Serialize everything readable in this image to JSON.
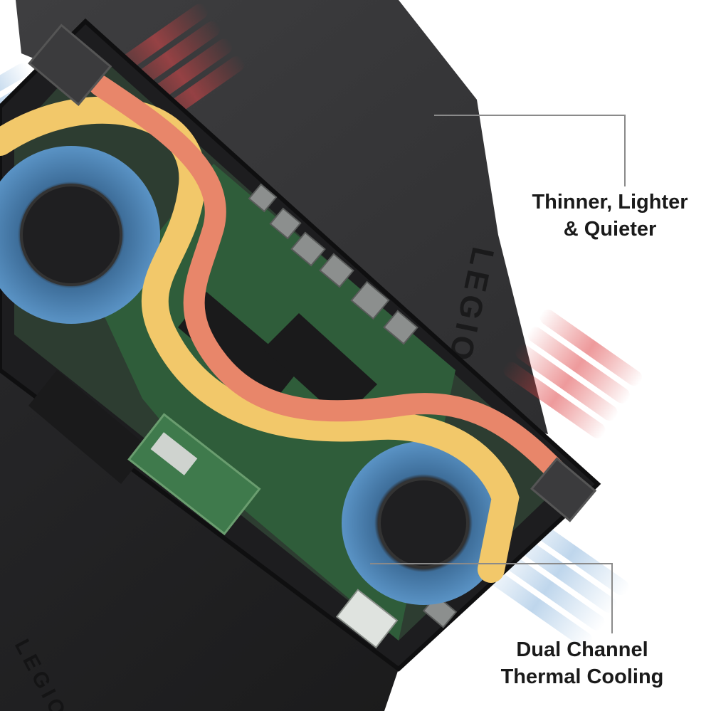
{
  "callouts": {
    "top": {
      "line1": "Thinner, Lighter",
      "line2": "& Quieter"
    },
    "bottom": {
      "line1": "Dual Channel",
      "line2": "Thermal Cooling"
    }
  },
  "branding": {
    "lid_logo": "LEGION",
    "base_logo": "LEGION"
  },
  "colors": {
    "background": "#ffffff",
    "chassis": "#2b2b2d",
    "lid": "#3a3a3c",
    "pcb": "#2f5d3a",
    "heatpipe_copper": "#e8866a",
    "heatpipe_gold": "#f2c86a",
    "fan_blue": "#4f86b8",
    "hot_air": "#d93a3a",
    "cool_air": "#a9c9e6",
    "leader_line": "#8a8a8a",
    "text": "#1a1a1a"
  }
}
